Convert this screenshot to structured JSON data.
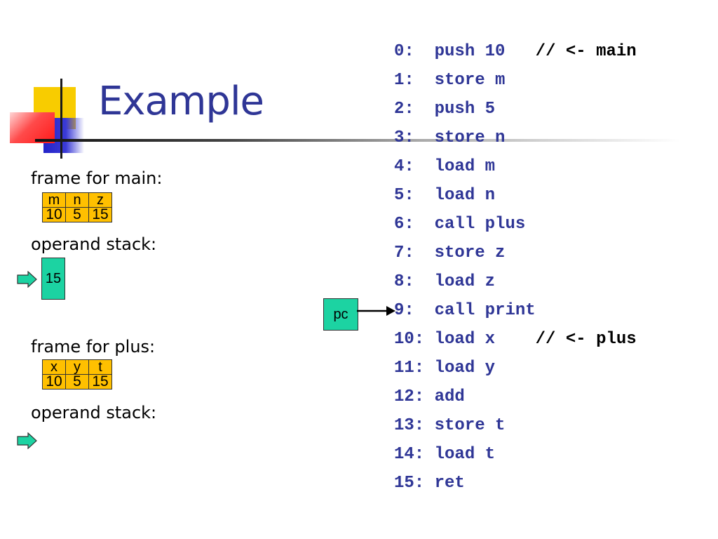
{
  "slide": {
    "title": "Example"
  },
  "main_frame": {
    "label": "frame for main:",
    "vars": [
      "m",
      "n",
      "z"
    ],
    "vals": [
      "10",
      "5",
      "15"
    ],
    "stack_label": "operand stack:",
    "stack": [
      "15"
    ]
  },
  "plus_frame": {
    "label": "frame for plus:",
    "vars": [
      "x",
      "y",
      "t"
    ],
    "vals": [
      "10",
      "5",
      "15"
    ],
    "stack_label": "operand stack:",
    "stack": []
  },
  "pc": {
    "label": "pc",
    "points_to_line": 9
  },
  "code": [
    {
      "num": "0:",
      "instr": "push 10",
      "comment": "// <- main"
    },
    {
      "num": "1:",
      "instr": "store m",
      "comment": ""
    },
    {
      "num": "2:",
      "instr": "push 5",
      "comment": ""
    },
    {
      "num": "3:",
      "instr": "store n",
      "comment": ""
    },
    {
      "num": "4:",
      "instr": "load m",
      "comment": ""
    },
    {
      "num": "5:",
      "instr": "load n",
      "comment": ""
    },
    {
      "num": "6:",
      "instr": "call plus",
      "comment": ""
    },
    {
      "num": "7:",
      "instr": "store z",
      "comment": ""
    },
    {
      "num": "8:",
      "instr": "load z",
      "comment": ""
    },
    {
      "num": "9:",
      "instr": "call print",
      "comment": ""
    },
    {
      "num": "10:",
      "instr": "load x",
      "comment": "// <- plus"
    },
    {
      "num": "11:",
      "instr": "load y",
      "comment": ""
    },
    {
      "num": "12:",
      "instr": "add",
      "comment": ""
    },
    {
      "num": "13:",
      "instr": "store t",
      "comment": ""
    },
    {
      "num": "14:",
      "instr": "load t",
      "comment": ""
    },
    {
      "num": "15:",
      "instr": "ret",
      "comment": ""
    }
  ],
  "colors": {
    "title": "#2f3696",
    "code": "#2f3696",
    "frame_fill": "#ffc000",
    "stack_fill": "#1cd3a2"
  },
  "icons": [
    "stack-pointer-arrow-icon",
    "pc-arrow-icon"
  ]
}
